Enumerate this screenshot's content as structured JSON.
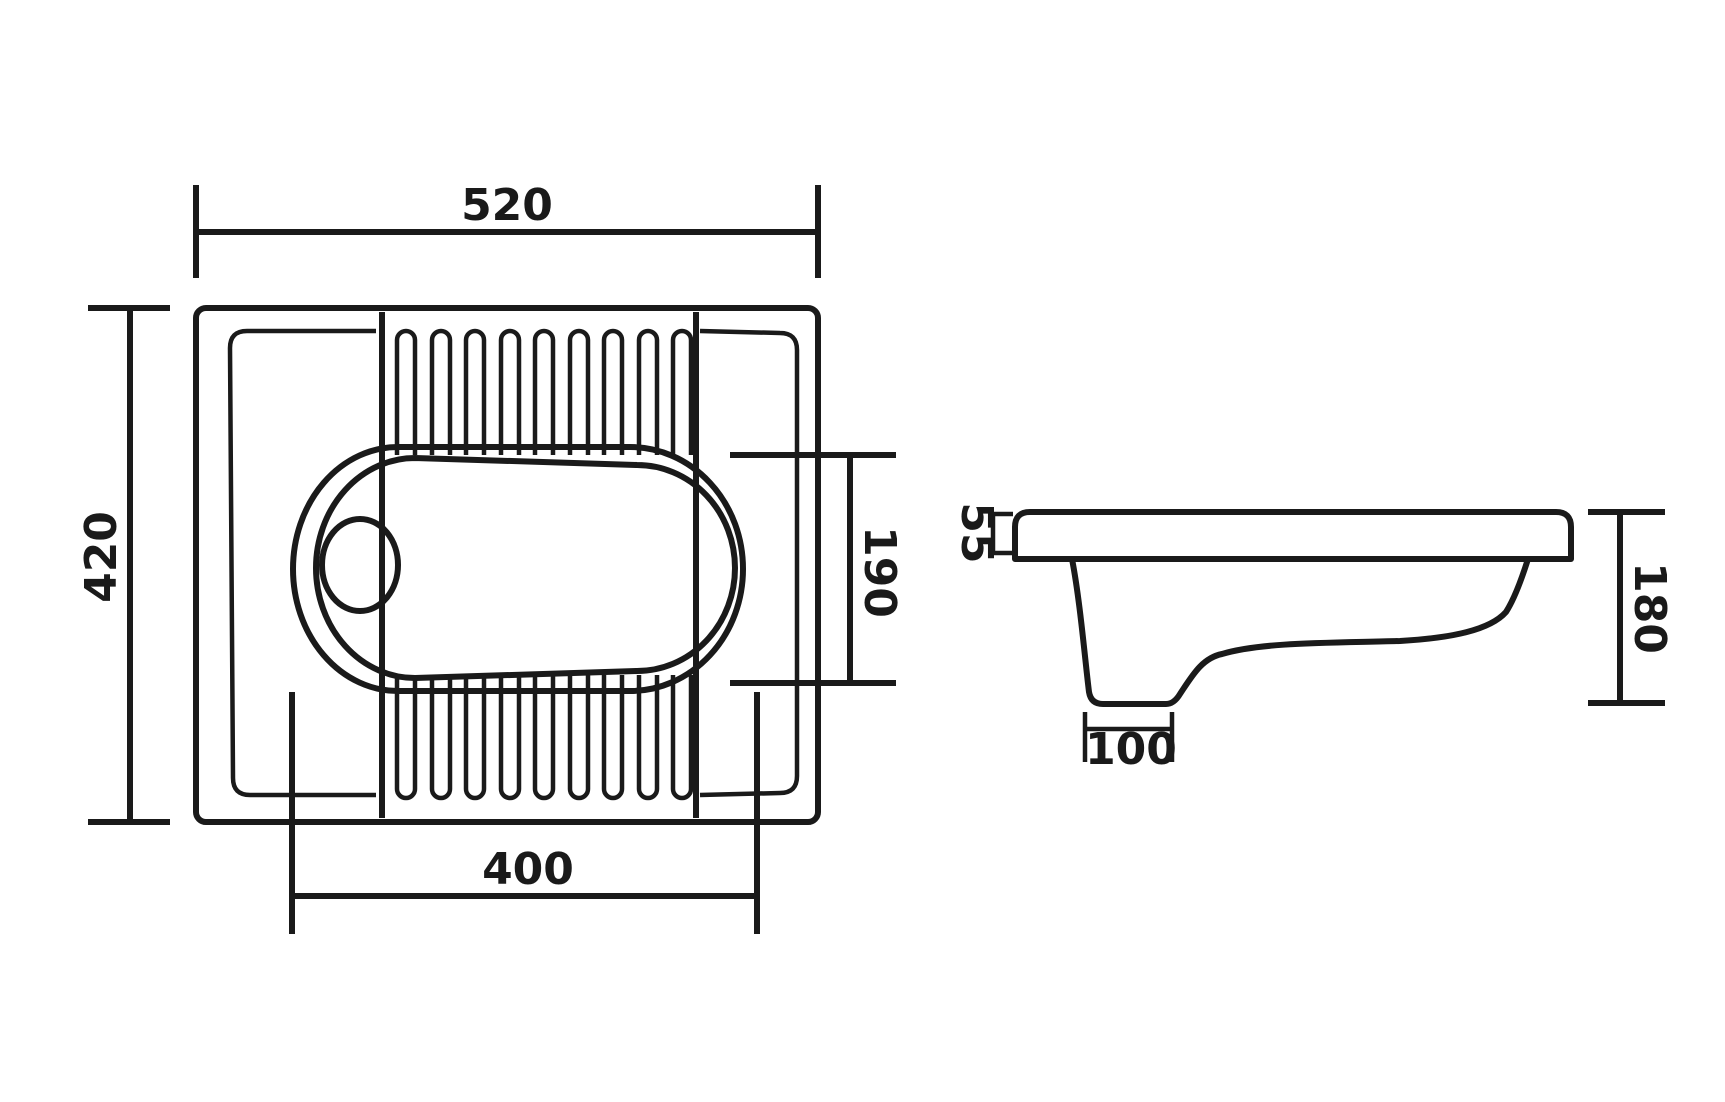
{
  "dimensions": {
    "top_width": "520",
    "height": "420",
    "bottom_width": "400",
    "bowl_width": "190",
    "rim_height": "55",
    "side_height": "180",
    "outlet_width": "100"
  },
  "colors": {
    "line": "#1a1a1a",
    "background": "#ffffff"
  }
}
